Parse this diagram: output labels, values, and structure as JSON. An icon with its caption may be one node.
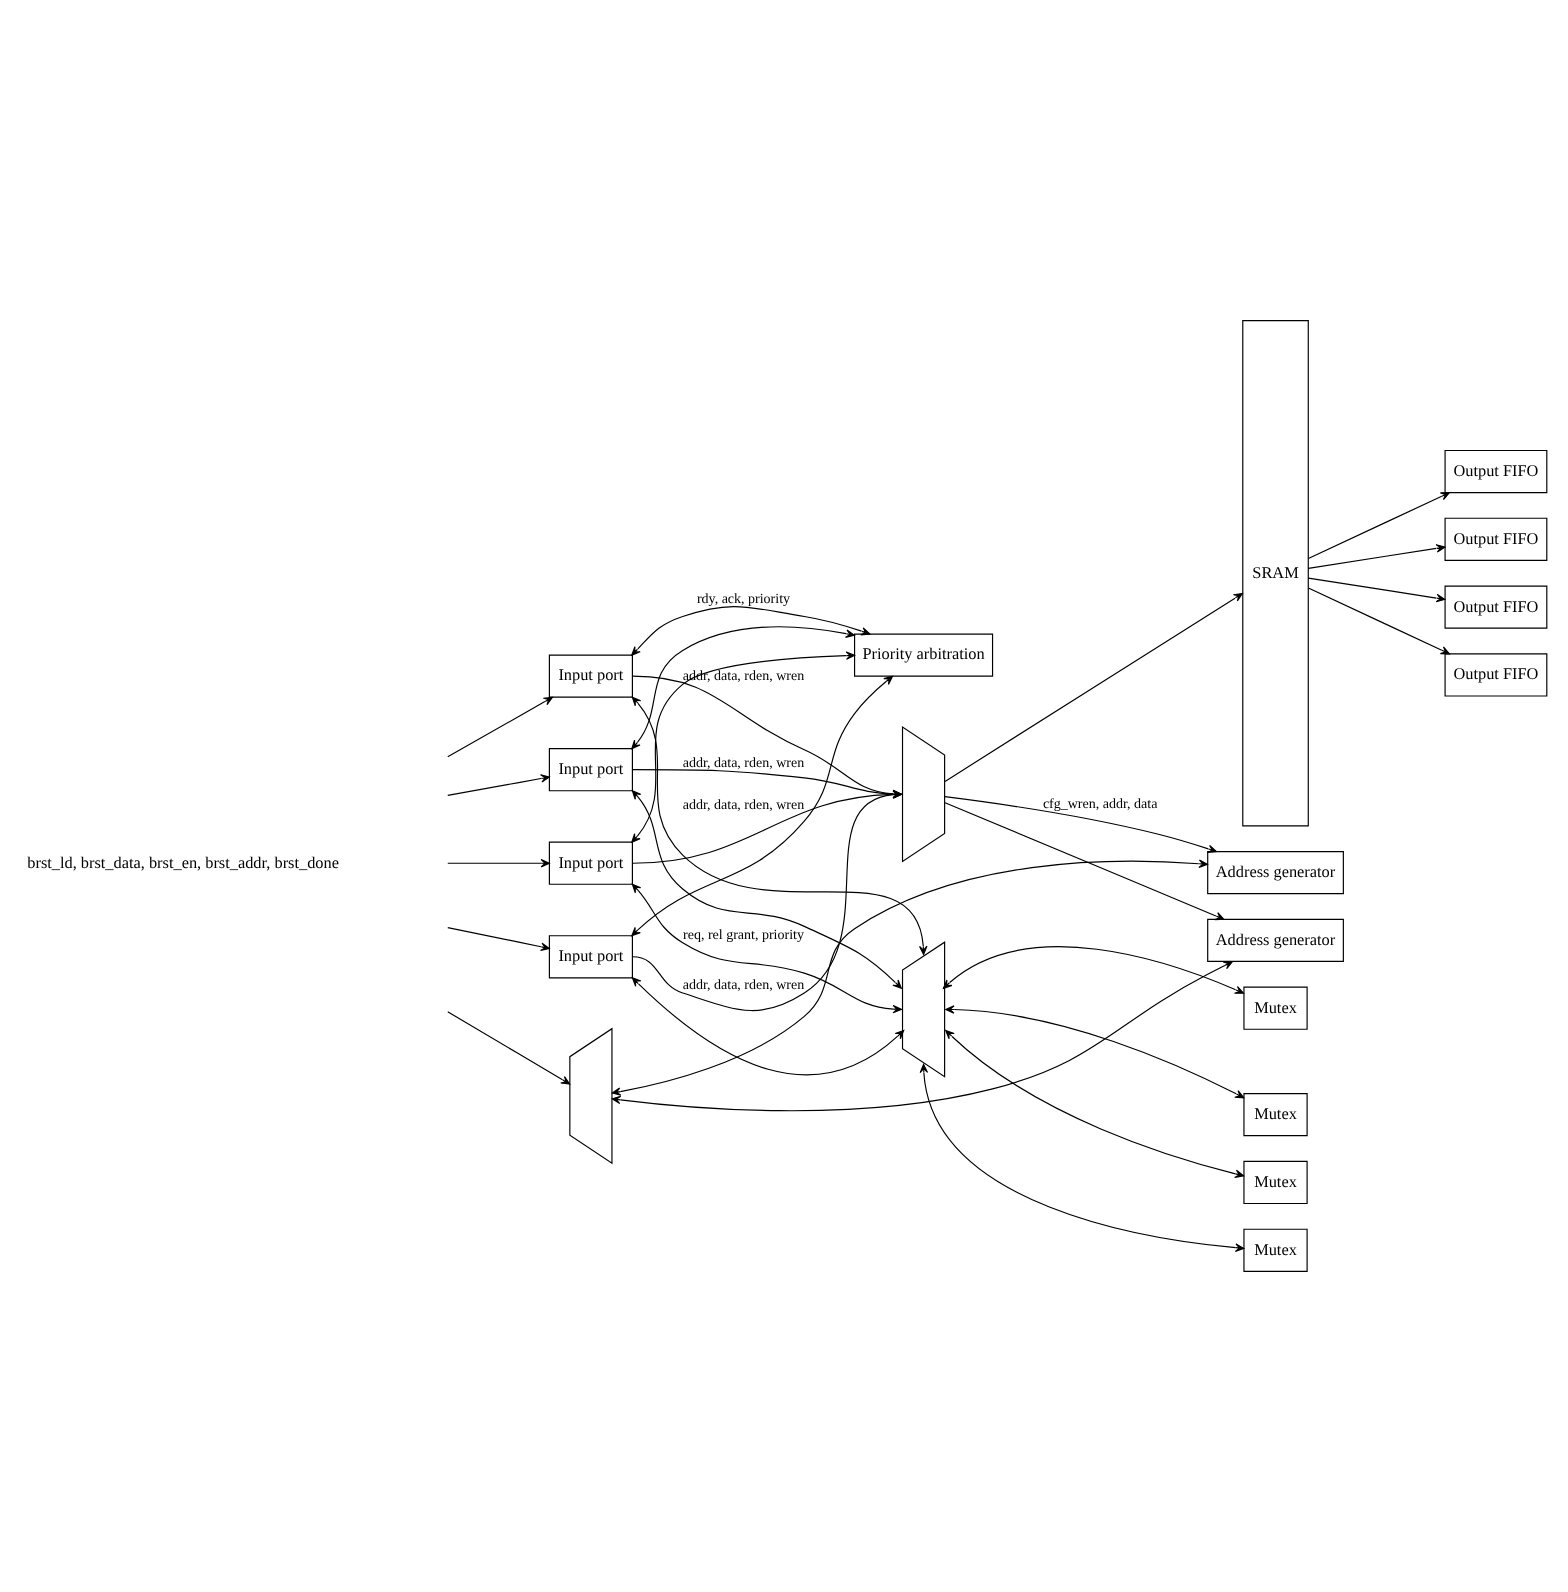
{
  "diagram": {
    "nodes": [
      {
        "text": [
          "Input port"
        ]
      },
      {
        "text": [
          "Input port"
        ]
      },
      {
        "text": [
          "Input port"
        ]
      },
      {
        "text": [
          "Input port"
        ]
      },
      {
        "text": [
          "Priority arbitration"
        ]
      },
      {
        "text": [],
        "shape": "trapezoid"
      },
      {
        "text": [
          "SRAM"
        ]
      },
      {
        "text": [
          "Output FIFO"
        ]
      },
      {
        "text": [
          "Output FIFO"
        ]
      },
      {
        "text": [
          "Output FIFO"
        ]
      },
      {
        "text": [
          "Output FIFO"
        ]
      },
      {
        "text": [],
        "shape": "trapezoid"
      },
      {
        "text": [
          "Mutex"
        ]
      },
      {
        "text": [
          "Mutex"
        ]
      },
      {
        "text": [
          "Mutex"
        ]
      },
      {
        "text": [
          "Mutex"
        ]
      },
      {
        "text": [],
        "shape": "trapezoid"
      },
      {
        "text": [
          "Address generator"
        ]
      },
      {
        "text": [
          "Address generator"
        ]
      }
    ],
    "edges": [
      {
        "from": null,
        "to": 0,
        "arrow": "to"
      },
      {
        "from": null,
        "to": 1,
        "arrow": "to"
      },
      {
        "from": null,
        "to": 2,
        "arrow": "to"
      },
      {
        "from": null,
        "to": 3,
        "arrow": "to"
      },
      {
        "from": null,
        "to": 16,
        "arrow": "to"
      },
      {
        "from": 0,
        "to": 4,
        "arrow": "both",
        "label": "rdy, ack, priority"
      },
      {
        "from": 1,
        "to": 4,
        "arrow": "both"
      },
      {
        "from": 2,
        "to": 4,
        "arrow": "both"
      },
      {
        "from": 3,
        "to": 4,
        "arrow": "both"
      },
      {
        "from": 0,
        "to": 5,
        "arrow": "to",
        "label": "addr, data, rden, wren"
      },
      {
        "from": 1,
        "to": 5,
        "arrow": "to",
        "label": "addr, data, rden, wren"
      },
      {
        "from": 2,
        "to": 5,
        "arrow": "to",
        "label": "addr, data, rden, wren"
      },
      {
        "from": 3,
        "to": 5,
        "arrow": "to",
        "label": "addr, data, rden, wren"
      },
      {
        "from": 0,
        "to": 11,
        "arrow": "both"
      },
      {
        "from": 1,
        "to": 11,
        "arrow": "both"
      },
      {
        "from": 2,
        "to": 11,
        "arrow": "both",
        "label": "req, rel grant, priority"
      },
      {
        "from": 3,
        "to": 11,
        "arrow": "both"
      },
      {
        "from": 11,
        "to": 12,
        "arrow": "both"
      },
      {
        "from": 11,
        "to": 13,
        "arrow": "both"
      },
      {
        "from": 11,
        "to": 14,
        "arrow": "both"
      },
      {
        "from": 11,
        "to": 15,
        "arrow": "both"
      },
      {
        "from": 5,
        "to": 6,
        "arrow": "to"
      },
      {
        "from": 5,
        "to": 17,
        "arrow": "to",
        "label": "cfg_wren, addr, data"
      },
      {
        "from": 5,
        "to": 18,
        "arrow": "to"
      },
      {
        "from": 16,
        "to": 17,
        "arrow": "both"
      },
      {
        "from": 16,
        "to": 18,
        "arrow": "both"
      },
      {
        "from": 6,
        "to": 7,
        "arrow": "to"
      },
      {
        "from": 6,
        "to": 8,
        "arrow": "to"
      },
      {
        "from": 6,
        "to": 9,
        "arrow": "to"
      },
      {
        "from": 6,
        "to": 10,
        "arrow": "to"
      }
    ],
    "labels": [
      "brst_ld, brst_data, brst_en, brst_addr, brst_done"
    ]
  }
}
